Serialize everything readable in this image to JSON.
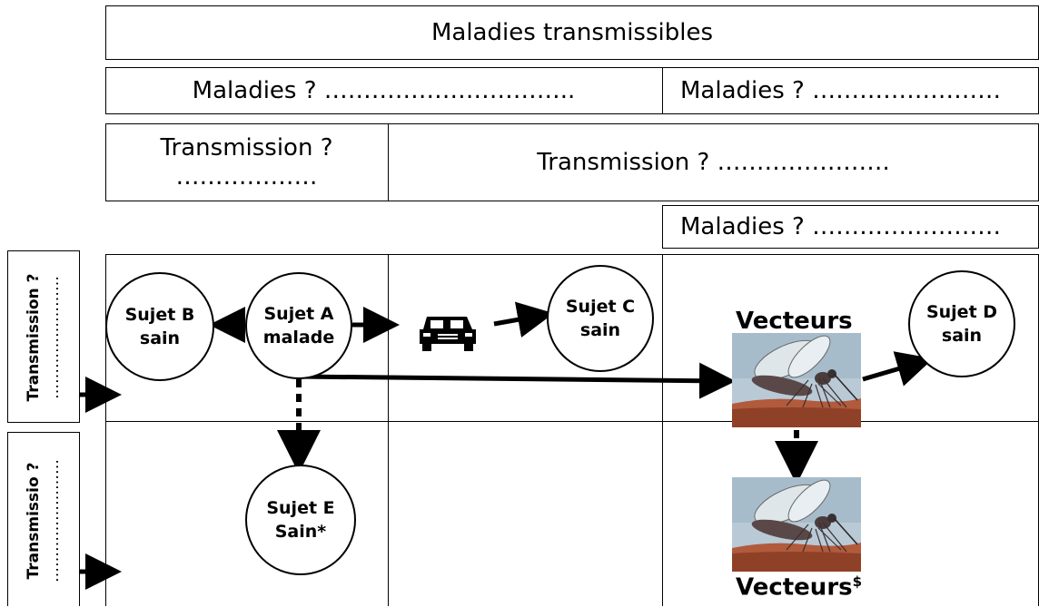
{
  "title": "Maladies transmissibles",
  "row_maladies": {
    "left": "Maladies ? …………………………..",
    "right": "Maladies ? ……………………"
  },
  "row_transmission": {
    "left_line1": "Transmission ?",
    "left_line2": "………………",
    "right": "Transmission ? …………………."
  },
  "maladies_vecteurs": "Maladies ? ……………………",
  "side_labels": {
    "top_line1": "Transmission ?",
    "top_line2": "……………………",
    "bottom_line1": "Transmissio ?",
    "bottom_line2": "……………………"
  },
  "subjects": {
    "b": {
      "line1": "Sujet B",
      "line2": "sain"
    },
    "a": {
      "line1": "Sujet A",
      "line2": "malade"
    },
    "c": {
      "line1": "Sujet C",
      "line2": "sain"
    },
    "d": {
      "line1": "Sujet D",
      "line2": "sain"
    },
    "e": {
      "line1": "Sujet E",
      "line2": "Sain*"
    }
  },
  "vecteurs_top": "Vecteurs",
  "vecteurs_bottom": "Vecteurs",
  "vecteurs_bottom_sup": "$",
  "icons": {
    "car": "car-icon",
    "mosquito": "mosquito-image"
  }
}
